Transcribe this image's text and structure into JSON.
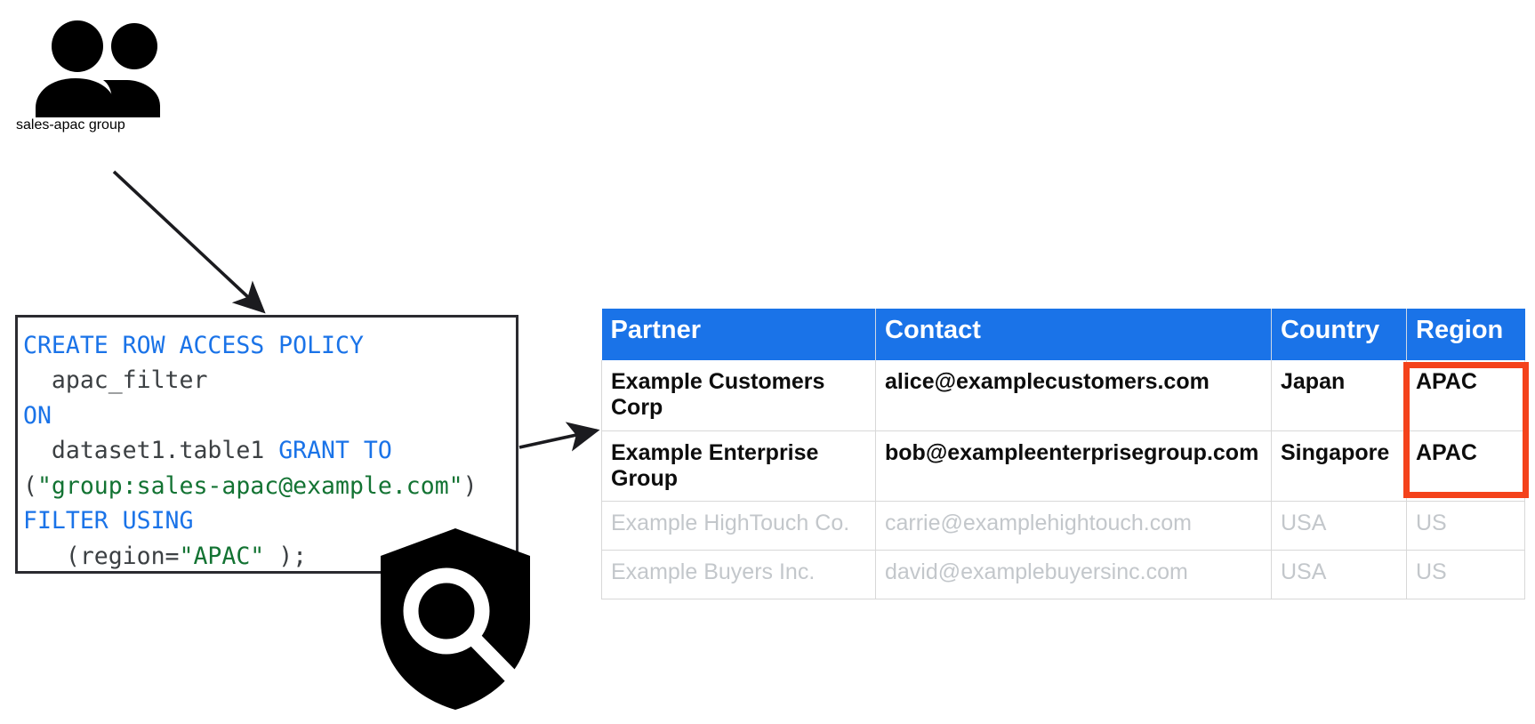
{
  "group": {
    "icon": "people-group-icon",
    "label": "sales-apac group"
  },
  "code_box": {
    "icon": "shield-search-icon",
    "language": "sql",
    "lines": [
      {
        "tokens": [
          {
            "t": "CREATE ROW ACCESS POLICY",
            "c": "kw"
          }
        ]
      },
      {
        "tokens": [
          {
            "t": "  apac_filter",
            "c": "pln"
          }
        ]
      },
      {
        "tokens": [
          {
            "t": "ON",
            "c": "kw"
          }
        ]
      },
      {
        "tokens": [
          {
            "t": "  dataset1.table1 ",
            "c": "pln"
          },
          {
            "t": "GRANT TO",
            "c": "kw"
          }
        ]
      },
      {
        "tokens": [
          {
            "t": "(",
            "c": "pln"
          },
          {
            "t": "\"group:sales-apac@example.com\"",
            "c": "str"
          },
          {
            "t": ")",
            "c": "pln"
          }
        ]
      },
      {
        "tokens": [
          {
            "t": "FILTER USING",
            "c": "kw"
          }
        ]
      },
      {
        "tokens": [
          {
            "t": "   (region=",
            "c": "pln"
          },
          {
            "t": "\"APAC\"",
            "c": "str"
          },
          {
            "t": " );",
            "c": "pln"
          }
        ]
      }
    ]
  },
  "table": {
    "columns": [
      "Partner",
      "Contact",
      "Country",
      "Region"
    ],
    "rows": [
      {
        "state": "active",
        "cells": [
          "Example Customers Corp",
          "alice@examplecustomers.com",
          "Japan",
          "APAC"
        ]
      },
      {
        "state": "active",
        "cells": [
          "Example Enterprise Group",
          "bob@exampleenterprisegroup.com",
          "Singapore",
          "APAC"
        ]
      },
      {
        "state": "muted",
        "cells": [
          "Example HighTouch Co.",
          "carrie@examplehightouch.com",
          "USA",
          "US"
        ]
      },
      {
        "state": "muted",
        "cells": [
          "Example Buyers Inc.",
          "david@examplebuyersinc.com",
          "USA",
          "US"
        ]
      }
    ]
  },
  "highlight": {
    "name": "region-apac-highlight",
    "color": "#f4421b"
  },
  "colors": {
    "header_blue": "#1a73e8",
    "keyword_blue": "#1a73e8",
    "string_green": "#137333",
    "muted_gray": "#c3c7cb",
    "highlight_red": "#f4421b",
    "box_border": "#2b2b30"
  },
  "arrows": [
    {
      "name": "group-to-policy-arrow"
    },
    {
      "name": "policy-to-table-arrow"
    }
  ]
}
